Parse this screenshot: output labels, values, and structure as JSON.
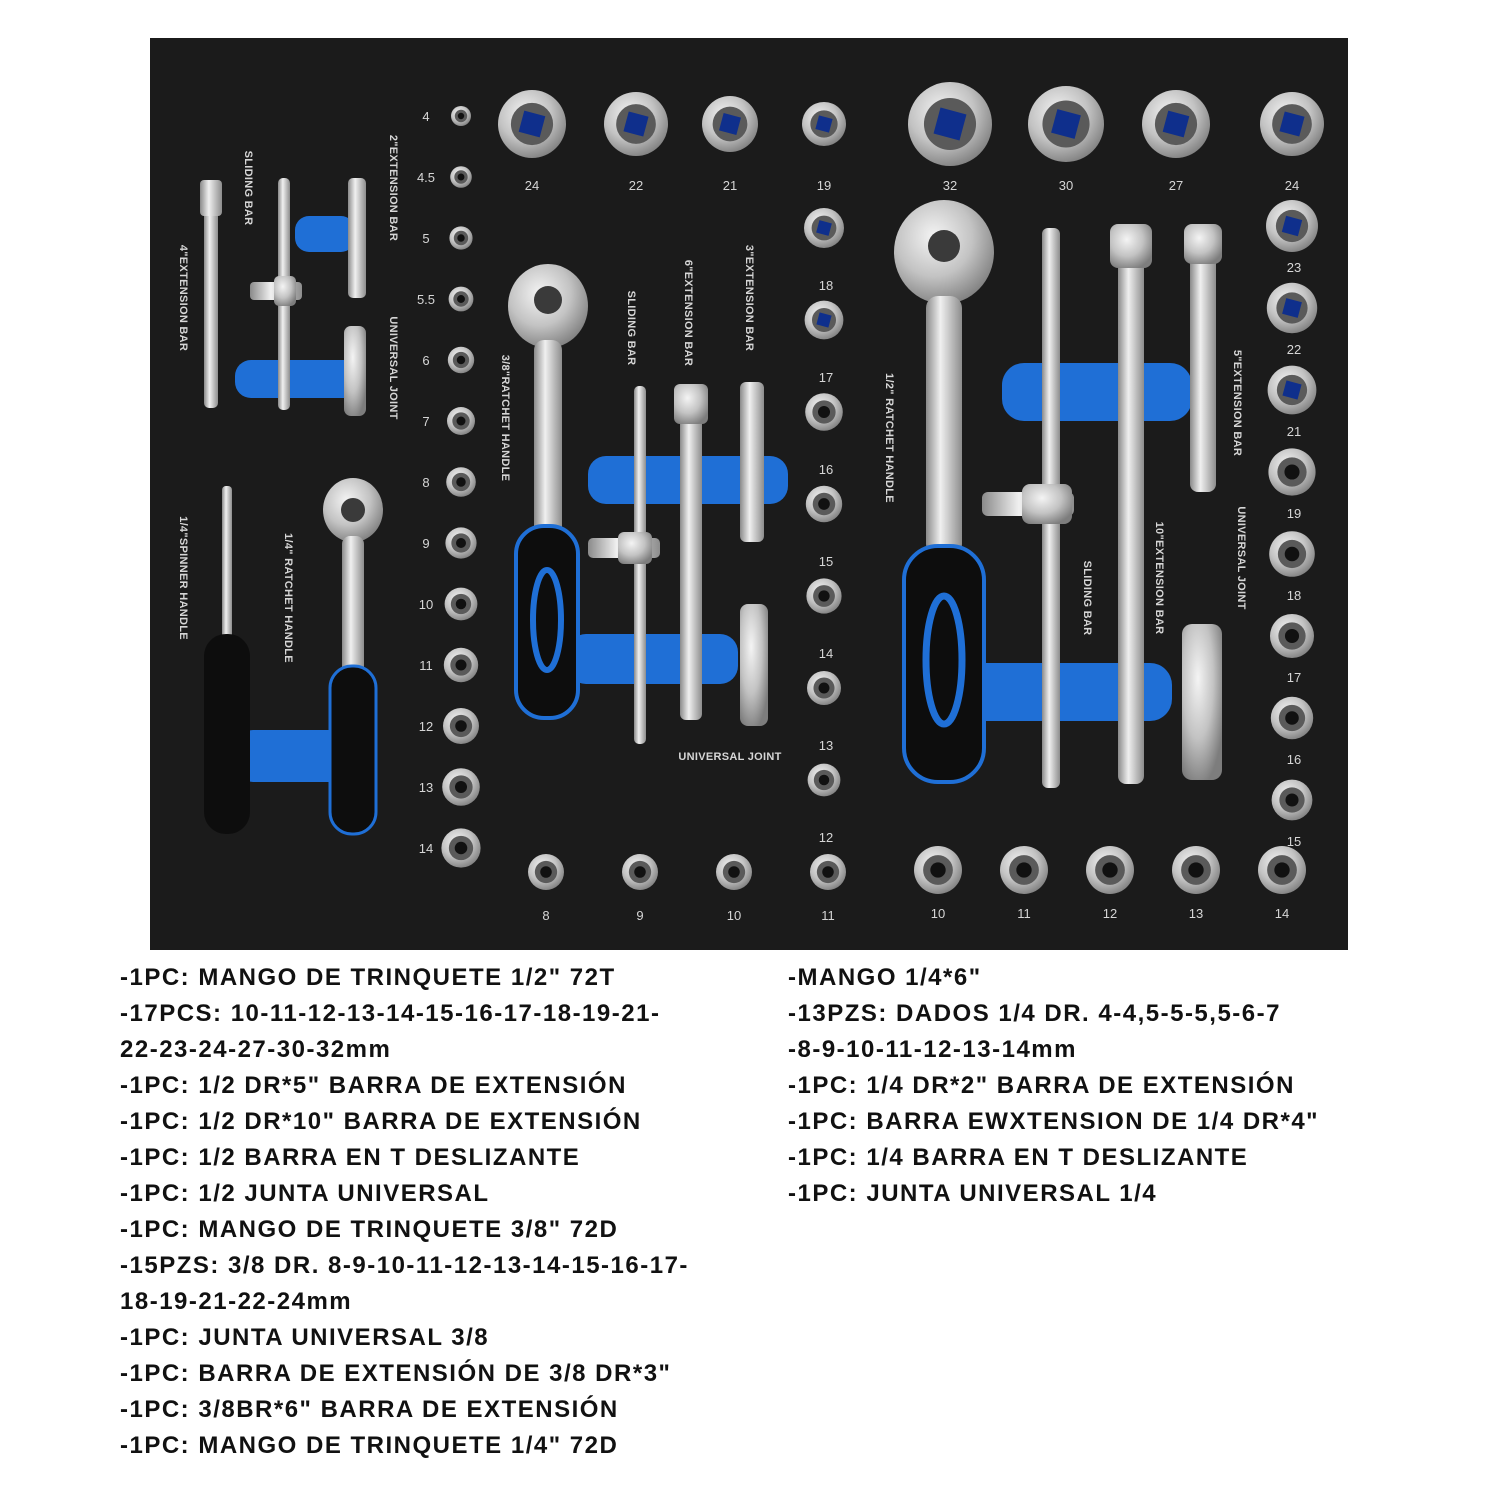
{
  "tray": {
    "quarter_socket_sizes": [
      "4",
      "4.5",
      "5",
      "5.5",
      "6",
      "7",
      "8",
      "9",
      "10",
      "11",
      "12",
      "13",
      "14"
    ],
    "quarter_tool_labels": [
      "SLIDING BAR",
      "2\"EXTENSION BAR",
      "4\"EXTENSION BAR",
      "UNIVERSAL JOINT",
      "1/4\"SPINNER HANDLE",
      "1/4\" RATCHET HANDLE"
    ],
    "threeeighths_tool_labels": [
      "3/8\"RATCHET HANDLE",
      "SLIDING BAR",
      "6\"EXTENSION BAR",
      "3\"EXTENSION BAR",
      "UNIVERSAL JOINT"
    ],
    "threeeighths_socket_sizes_column": [
      "18",
      "17",
      "16",
      "15",
      "14",
      "13",
      "12"
    ],
    "threeeighths_socket_sizes_bottom": [
      "8",
      "9",
      "10",
      "11"
    ],
    "half_top_socket_sizes": [
      "24",
      "22",
      "21",
      "19",
      "32",
      "30",
      "27",
      "24"
    ],
    "half_tool_labels": [
      "1/2\" RATCHET HANDLE",
      "SLIDING BAR",
      "10\"EXTENSION BAR",
      "5\"EXTENSION BAR",
      "UNIVERSAL JOINT"
    ],
    "half_socket_sizes_right": [
      "23",
      "22",
      "21",
      "19",
      "18",
      "17",
      "16",
      "15"
    ],
    "half_socket_sizes_bottom": [
      "10",
      "11",
      "12",
      "13",
      "14"
    ],
    "colors": {
      "foam": "#1b1b1b",
      "accent": "#1f6fd6",
      "chrome": "#c9c9c9"
    }
  },
  "specs": {
    "left": [
      "-1PC: MANGO DE TRINQUETE 1/2\" 72T",
      "-17PCS: 10-11-12-13-14-15-16-17-18-19-21-",
      "22-23-24-27-30-32mm",
      "-1PC: 1/2 DR*5\" BARRA DE EXTENSIÓN",
      "-1PC: 1/2 DR*10\" BARRA DE EXTENSIÓN",
      "-1PC: 1/2 BARRA EN T DESLIZANTE",
      "-1PC: 1/2 JUNTA UNIVERSAL",
      "-1PC: MANGO DE TRINQUETE 3/8\" 72D",
      "-15PZS: 3/8 DR. 8-9-10-11-12-13-14-15-16-17-",
      "18-19-21-22-24mm",
      "-1PC: JUNTA UNIVERSAL 3/8",
      "-1PC: BARRA DE EXTENSIÓN DE 3/8 DR*3\"",
      "-1PC: 3/8BR*6\" BARRA DE EXTENSIÓN",
      "-1PC: MANGO DE TRINQUETE 1/4\" 72D"
    ],
    "right": [
      "-MANGO 1/4*6\"",
      "-13PZS: DADOS 1/4 DR. 4-4,5-5-5,5-6-7",
      "-8-9-10-11-12-13-14mm",
      "-1PC: 1/4 DR*2\" BARRA DE EXTENSIÓN",
      "-1PC: BARRA EWXTENSION DE 1/4 DR*4\"",
      "-1PC: 1/4 BARRA EN T DESLIZANTE",
      "-1PC: JUNTA UNIVERSAL 1/4"
    ]
  }
}
